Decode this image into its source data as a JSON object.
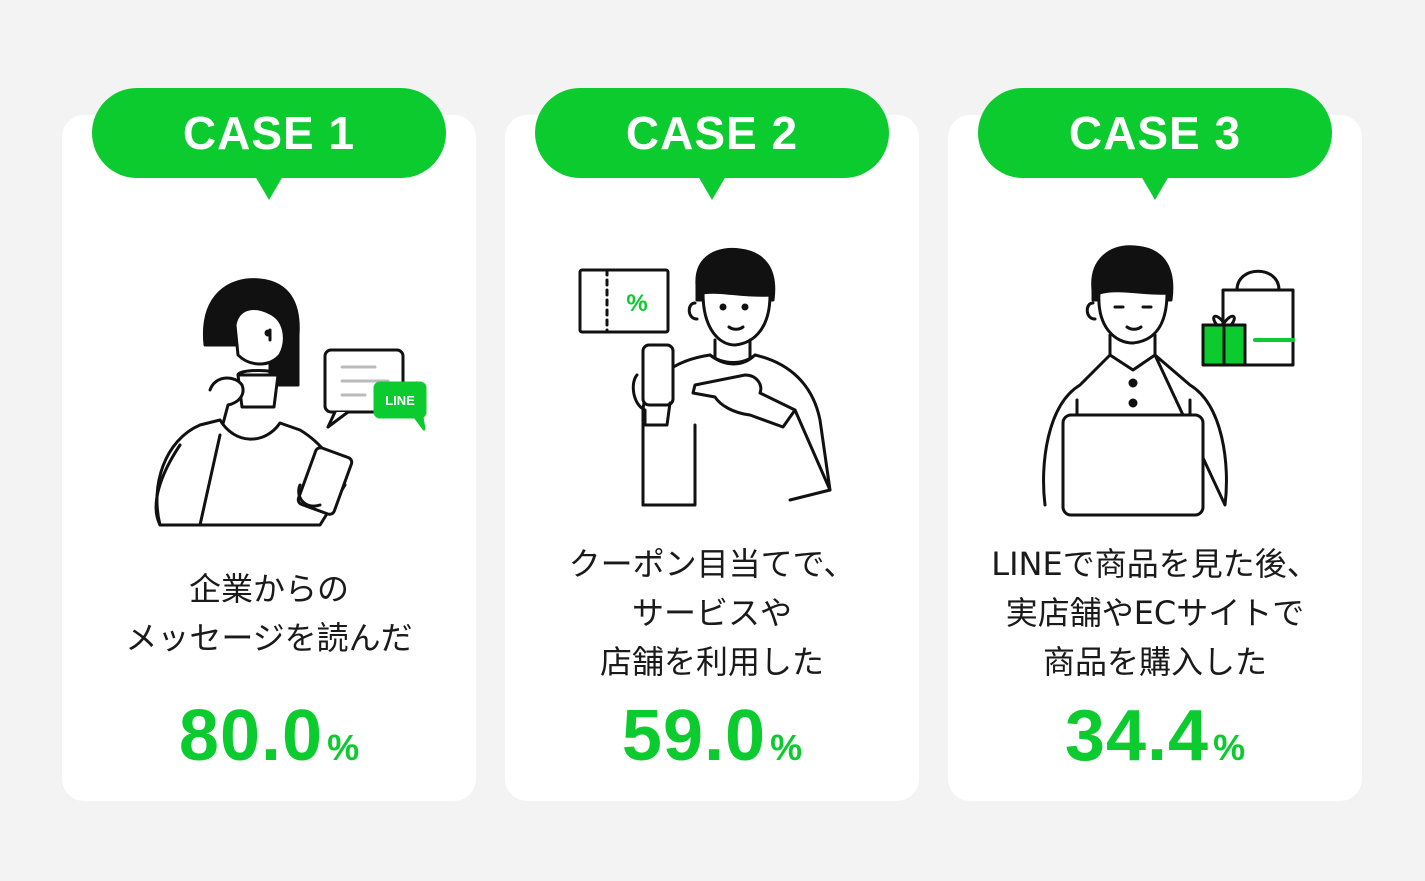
{
  "cases": [
    {
      "label": "CASE 1",
      "lines": [
        "企業からの",
        "メッセージを読んだ"
      ],
      "value": "80.0",
      "unit": "%",
      "icon": "woman-drinking-coffee-reading-phone",
      "badge": "LINE"
    },
    {
      "label": "CASE 2",
      "lines": [
        "クーポン目当てで、",
        "サービスや",
        "店舗を利用した"
      ],
      "value": "59.0",
      "unit": "%",
      "icon": "man-holding-phone-with-coupon",
      "coupon_symbol": "%"
    },
    {
      "label": "CASE 3",
      "lines": [
        "LINEで商品を見た後、",
        "実店舗やECサイトで",
        "商品を購入した"
      ],
      "value": "34.4",
      "unit": "%",
      "icon": "man-with-laptop-shopping"
    }
  ],
  "colors": {
    "accent": "#0ccb2f",
    "background": "#f3f3f3",
    "card": "#ffffff",
    "text": "#1a1a1a"
  }
}
